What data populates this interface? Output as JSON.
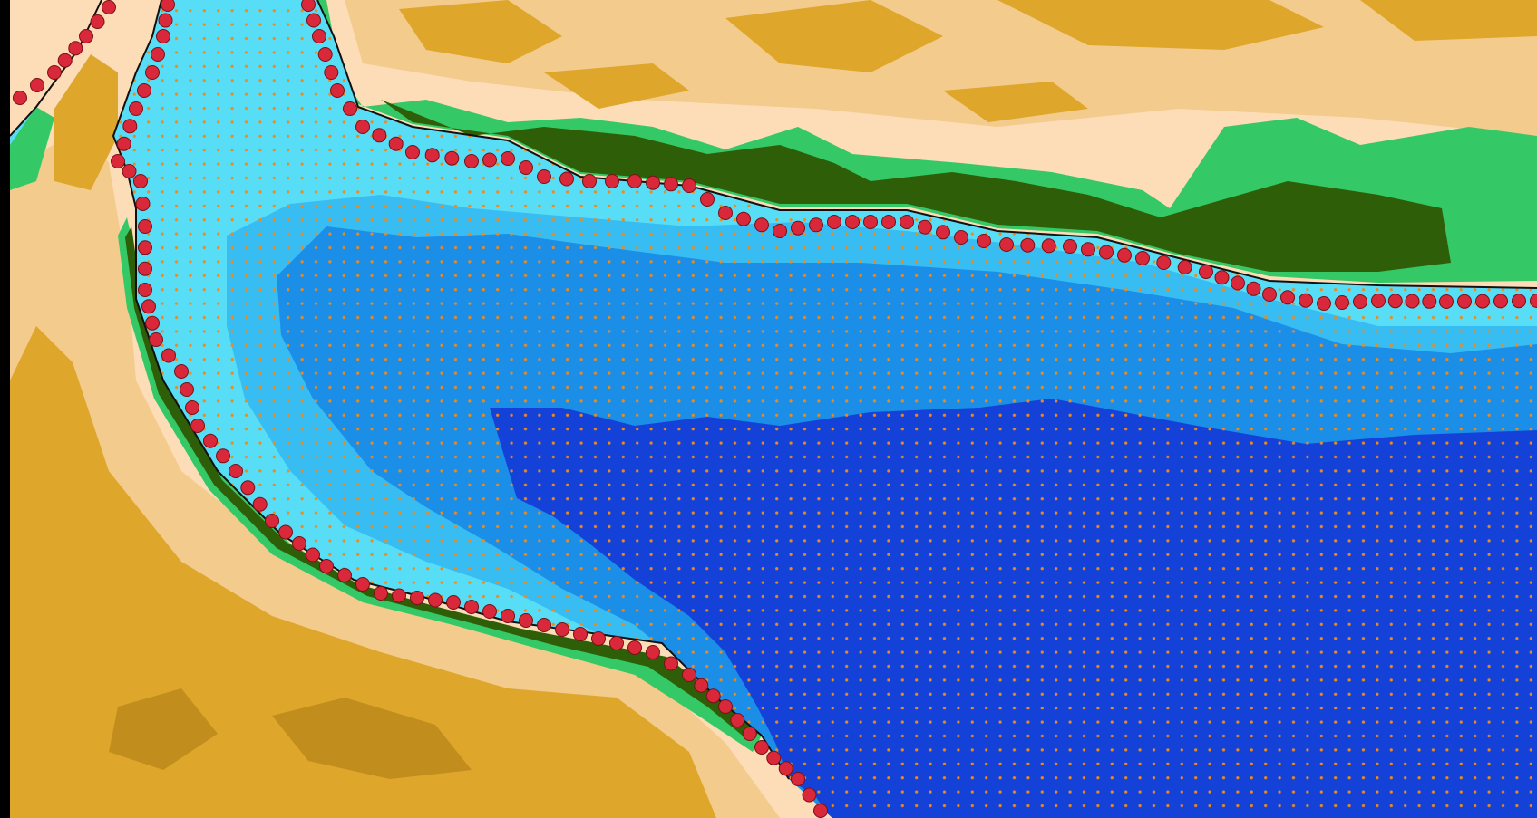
{
  "map": {
    "colors": {
      "frame": "#000000",
      "land_pale": "#fddcb8",
      "land_light": "#f3cb8c",
      "land_tan": "#dea62b",
      "land_dark_tan": "#c18d1c",
      "vegetation_light": "#35c866",
      "vegetation_dark": "#2e5e07",
      "coastline": "#111111",
      "water_shallow": "#58ddf6",
      "water_light": "#38bdf2",
      "water_mid": "#1b8ee8",
      "water_deep": "#1442d8",
      "grid_point": "#ed8a1e",
      "station_fill": "#d8283a",
      "station_stroke": "#7a1016"
    },
    "layers": [
      {
        "id": "land",
        "visible": true
      },
      {
        "id": "vegetation",
        "visible": true
      },
      {
        "id": "bathymetry",
        "visible": true
      },
      {
        "id": "grid-points",
        "visible": true
      },
      {
        "id": "coastal-stations",
        "visible": true
      }
    ]
  }
}
